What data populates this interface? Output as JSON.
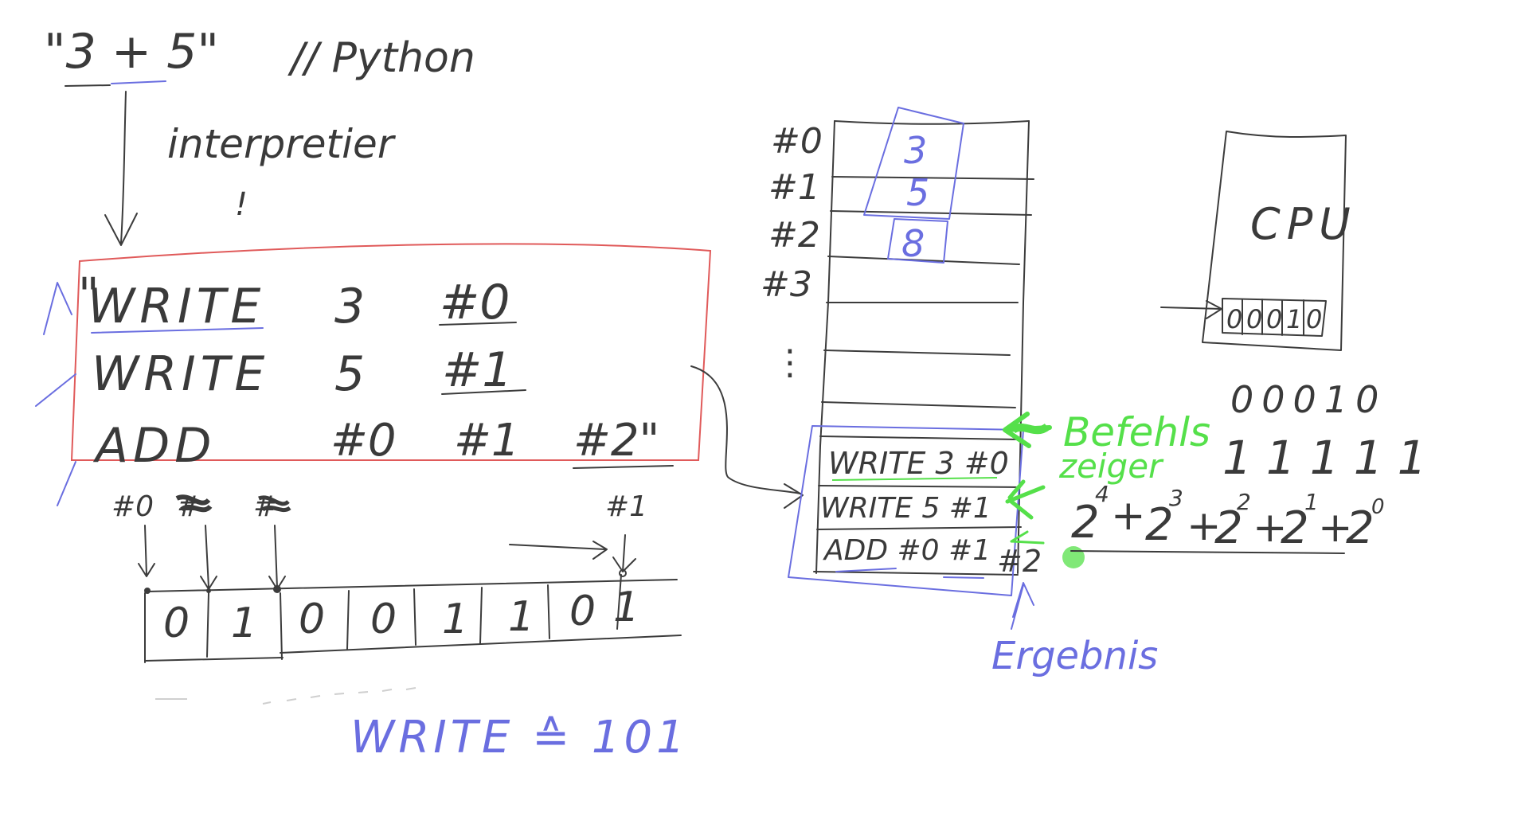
{
  "code": {
    "expression": "\"3 + 5\"",
    "language_comment": "// Python",
    "interpreter_label": "interpretier",
    "interpreter_mark": "!"
  },
  "instructions": {
    "open_quote": "\"",
    "rows": [
      {
        "op": "WRITE",
        "a": "3",
        "b": "#0"
      },
      {
        "op": "WRITE",
        "a": "5",
        "b": "#1"
      },
      {
        "op": "ADD",
        "a": "#0",
        "b": "#1",
        "c": "#2\""
      }
    ]
  },
  "bits": {
    "markers": [
      "#0",
      "#",
      "#",
      "#1"
    ],
    "cells": [
      "0",
      "1",
      "0",
      "0",
      "1",
      "1",
      "0"
    ],
    "extra": "1",
    "caption": "WRITE ≙ 101"
  },
  "memory": {
    "addresses": [
      "#0",
      "#1",
      "#2",
      "#3"
    ],
    "values": [
      "3",
      "5",
      "8"
    ],
    "dots": "⋮",
    "program": [
      "WRITE 3 #0",
      "WRITE 5 #1",
      "ADD #0 #1"
    ],
    "result_address": "#2",
    "pointer_label_1": "Befehls",
    "pointer_label_2": "zeiger",
    "result_label": "Ergebnis"
  },
  "cpu": {
    "label": "CPU",
    "register_bits": [
      "0",
      "0",
      "0",
      "1",
      "0"
    ]
  },
  "math": {
    "binary": "00010",
    "ones": "11111",
    "terms": [
      {
        "base": "2",
        "exp": "4"
      },
      {
        "base": "2",
        "exp": "3"
      },
      {
        "base": "2",
        "exp": "2"
      },
      {
        "base": "2",
        "exp": "1"
      },
      {
        "base": "2",
        "exp": "0"
      }
    ]
  }
}
